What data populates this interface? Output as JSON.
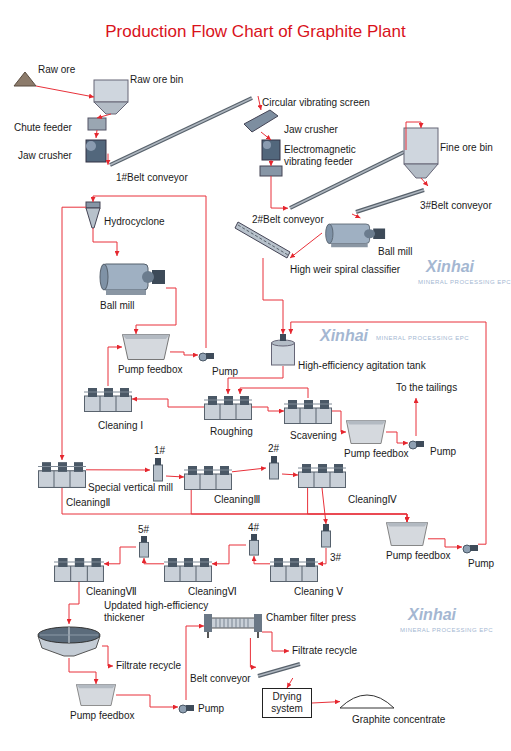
{
  "diagram": {
    "title": "Production Flow Chart of Graphite Plant",
    "nodes": [
      {
        "text": [
          "Raw ore"
        ]
      },
      {
        "text": [
          "Raw ore bin"
        ]
      },
      {
        "text": [
          "Chute feeder"
        ]
      },
      {
        "text": [
          "Jaw crusher"
        ]
      },
      {
        "text": [
          "1#Belt conveyor"
        ]
      },
      {
        "text": [
          "Circular vibrating screen"
        ]
      },
      {
        "text": [
          "Jaw crusher"
        ]
      },
      {
        "text": [
          "Electromagnetic vibrating feeder"
        ]
      },
      {
        "text": [
          "2#Belt conveyor"
        ]
      },
      {
        "text": [
          "Fine ore bin"
        ]
      },
      {
        "text": [
          "3#Belt conveyor"
        ]
      },
      {
        "text": [
          "Hydrocyclone"
        ]
      },
      {
        "text": [
          "Ball mill"
        ]
      },
      {
        "text": [
          "Ball mill"
        ]
      },
      {
        "text": [
          "High weir spiral classifier"
        ]
      },
      {
        "text": [
          "Pump feedbox"
        ]
      },
      {
        "text": [
          "Pump"
        ]
      },
      {
        "text": [
          "High-efficiency agitation tank"
        ]
      },
      {
        "text": [
          "Cleaning Ⅰ"
        ]
      },
      {
        "text": [
          "Roughing"
        ]
      },
      {
        "text": [
          "Scavening"
        ]
      },
      {
        "text": [
          "Pump feedbox"
        ]
      },
      {
        "text": [
          "Pump"
        ]
      },
      {
        "text": [
          "CleaningⅡ"
        ]
      },
      {
        "text": [
          "1#",
          "Special vertical mill"
        ]
      },
      {
        "text": [
          "CleaningⅢ"
        ]
      },
      {
        "text": [
          "2#"
        ]
      },
      {
        "text": [
          "CleaningⅣ"
        ]
      },
      {
        "text": [
          "Pump feedbox"
        ]
      },
      {
        "text": [
          "Pump"
        ]
      },
      {
        "text": [
          "3#"
        ]
      },
      {
        "text": [
          "Cleaning Ⅴ"
        ]
      },
      {
        "text": [
          "4#"
        ]
      },
      {
        "text": [
          "CleaningⅥ"
        ]
      },
      {
        "text": [
          "5#"
        ]
      },
      {
        "text": [
          "CleaningⅦ"
        ]
      },
      {
        "text": [
          "Updated high-efficiency thickener"
        ]
      },
      {
        "text": [
          "Pump feedbox"
        ]
      },
      {
        "text": [
          "Pump"
        ]
      },
      {
        "text": [
          "Chamber filter press"
        ]
      },
      {
        "text": [
          "Belt conveyor"
        ]
      },
      {
        "text": [
          "Drying system"
        ]
      },
      {
        "text": [
          "Graphite concentrate"
        ]
      }
    ],
    "edges": [
      {
        "from": 0,
        "to": 1,
        "arrow": "to"
      },
      {
        "from": 1,
        "to": 2,
        "arrow": "to"
      },
      {
        "from": 2,
        "to": 3,
        "arrow": "to"
      },
      {
        "from": 3,
        "to": 4,
        "arrow": "to"
      },
      {
        "from": 4,
        "to": 5,
        "arrow": "to"
      },
      {
        "from": 5,
        "to": 6,
        "arrow": "to"
      },
      {
        "from": 6,
        "to": 7,
        "arrow": "to"
      },
      {
        "from": 7,
        "to": 8,
        "arrow": "to"
      },
      {
        "from": 8,
        "to": 9,
        "arrow": "to"
      },
      {
        "from": 9,
        "to": 10,
        "arrow": "to"
      },
      {
        "from": 10,
        "to": 13,
        "arrow": "to"
      },
      {
        "from": 13,
        "to": 14,
        "arrow": "to"
      },
      {
        "from": 14,
        "to": 17,
        "arrow": "to"
      },
      {
        "from": 12,
        "to": 15,
        "arrow": "to"
      },
      {
        "from": 15,
        "to": 16,
        "arrow": "to"
      },
      {
        "from": 16,
        "to": 11,
        "arrow": "to"
      },
      {
        "from": 11,
        "to": 12,
        "arrow": "to"
      },
      {
        "from": 11,
        "to": 23,
        "arrow": "to"
      },
      {
        "from": 18,
        "to": 15,
        "arrow": "to"
      },
      {
        "from": 17,
        "to": 19,
        "arrow": "to"
      },
      {
        "from": 19,
        "to": 18,
        "arrow": "to"
      },
      {
        "from": 19,
        "to": 20,
        "arrow": "to"
      },
      {
        "from": 20,
        "to": 19,
        "arrow": "to"
      },
      {
        "from": 20,
        "to": 21,
        "arrow": "to"
      },
      {
        "from": 21,
        "to": 22,
        "arrow": "to"
      },
      {
        "from": 23,
        "to": 24,
        "arrow": "to"
      },
      {
        "from": 24,
        "to": 25,
        "arrow": "to"
      },
      {
        "from": 25,
        "to": 26,
        "arrow": "to"
      },
      {
        "from": 26,
        "to": 27,
        "arrow": "to"
      },
      {
        "from": 27,
        "to": 30,
        "arrow": "to"
      },
      {
        "from": 30,
        "to": 31,
        "arrow": "to"
      },
      {
        "from": 31,
        "to": 32,
        "arrow": "to"
      },
      {
        "from": 32,
        "to": 33,
        "arrow": "to"
      },
      {
        "from": 33,
        "to": 34,
        "arrow": "to"
      },
      {
        "from": 34,
        "to": 35,
        "arrow": "to"
      },
      {
        "from": 35,
        "to": 36,
        "arrow": "to"
      },
      {
        "from": 23,
        "to": 28,
        "arrow": "to"
      },
      {
        "from": 25,
        "to": 28,
        "arrow": "to"
      },
      {
        "from": 27,
        "to": 28,
        "arrow": "to"
      },
      {
        "from": 28,
        "to": 29,
        "arrow": "to"
      },
      {
        "from": 29,
        "to": 17,
        "arrow": "to"
      },
      {
        "from": 36,
        "to": 37,
        "arrow": "to"
      },
      {
        "from": 37,
        "to": 38,
        "arrow": "to"
      },
      {
        "from": 38,
        "to": 39,
        "arrow": "to"
      },
      {
        "from": 39,
        "to": 40,
        "arrow": "to"
      },
      {
        "from": 40,
        "to": 41,
        "arrow": "to"
      },
      {
        "from": 41,
        "to": 42,
        "arrow": "to"
      }
    ],
    "labels": [
      "To the tailings",
      "Filtrate recycle",
      "Filtrate recycle",
      "Xinhai",
      "MINERAL PROCESSING EPC",
      "Xinhai",
      "MINERAL PROCESSING EPC",
      "Xinhai",
      "MINERAL PROCESSING EPC"
    ]
  }
}
